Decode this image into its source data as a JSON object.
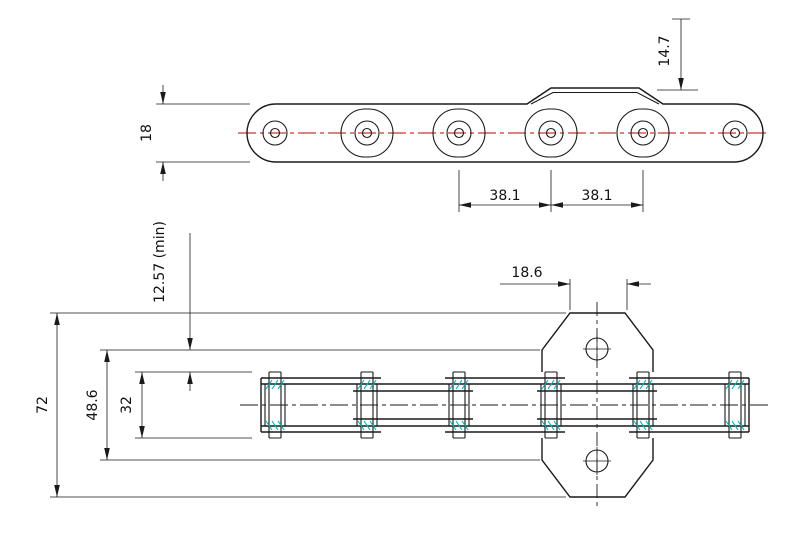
{
  "colors": {
    "red_centerline": "#c40000",
    "cyan_hatch": "#00b8b8",
    "line": "#1a1a1a"
  },
  "side_view": {
    "labels": {
      "plate_height": "18",
      "attachment_height": "14.7",
      "pitch_left": "38.1",
      "pitch_right": "38.1"
    }
  },
  "plan_view": {
    "labels": {
      "attachment_top_width": "18.6",
      "pin_length_min": "12.57 (min)",
      "attachment_length": "72",
      "hole_spacing": "48.6",
      "chain_width": "32"
    }
  }
}
